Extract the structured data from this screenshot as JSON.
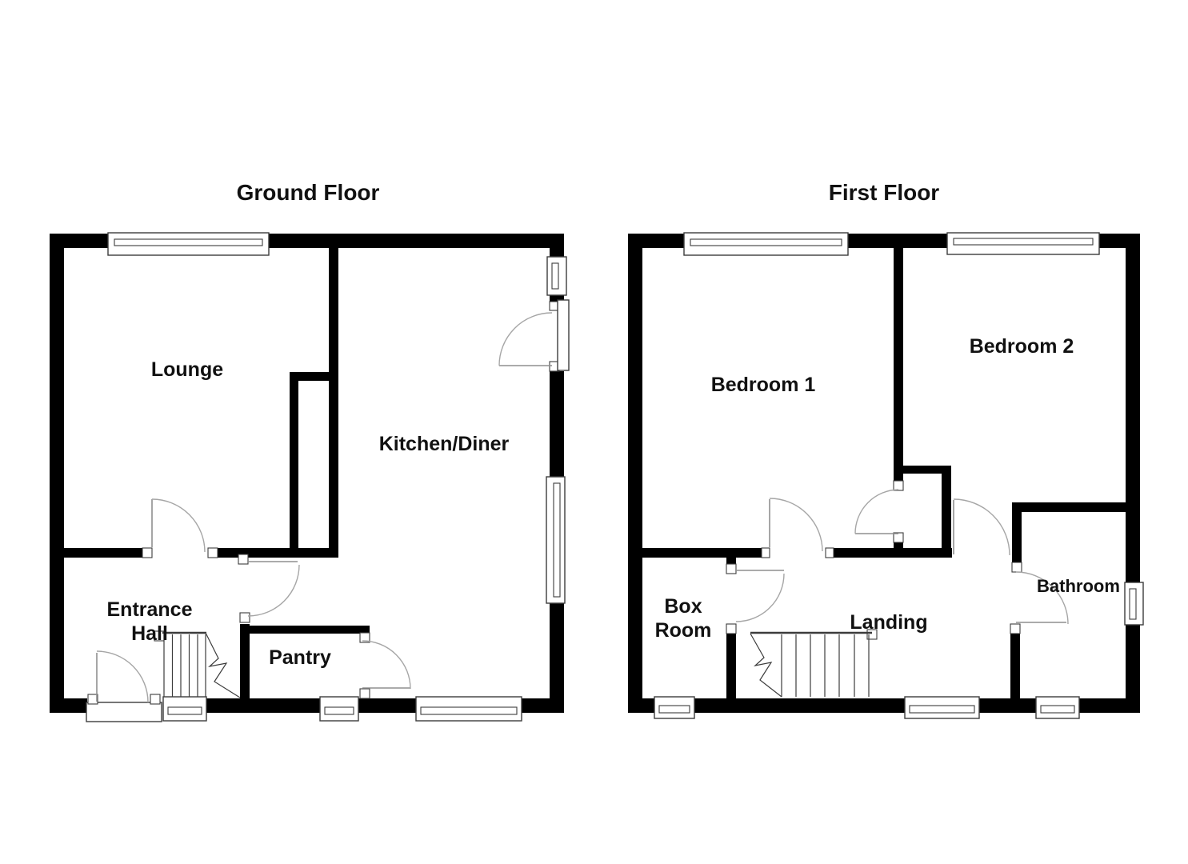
{
  "colors": {
    "background": "#ffffff",
    "walls": "#000000",
    "thin_lines": "#3c3c3c",
    "door_arcs": "#a6a6a6",
    "text": "#111111"
  },
  "floors": {
    "ground": {
      "title": "Ground Floor",
      "rooms": {
        "lounge": "Lounge",
        "kitchen_diner": "Kitchen/Diner",
        "entrance_hall_line1": "Entrance",
        "entrance_hall_line2": "Hall",
        "pantry": "Pantry"
      }
    },
    "first": {
      "title": "First Floor",
      "rooms": {
        "bedroom1": "Bedroom 1",
        "bedroom2": "Bedroom 2",
        "box_room_line1": "Box",
        "box_room_line2": "Room",
        "landing": "Landing",
        "bathroom": "Bathroom"
      }
    }
  }
}
